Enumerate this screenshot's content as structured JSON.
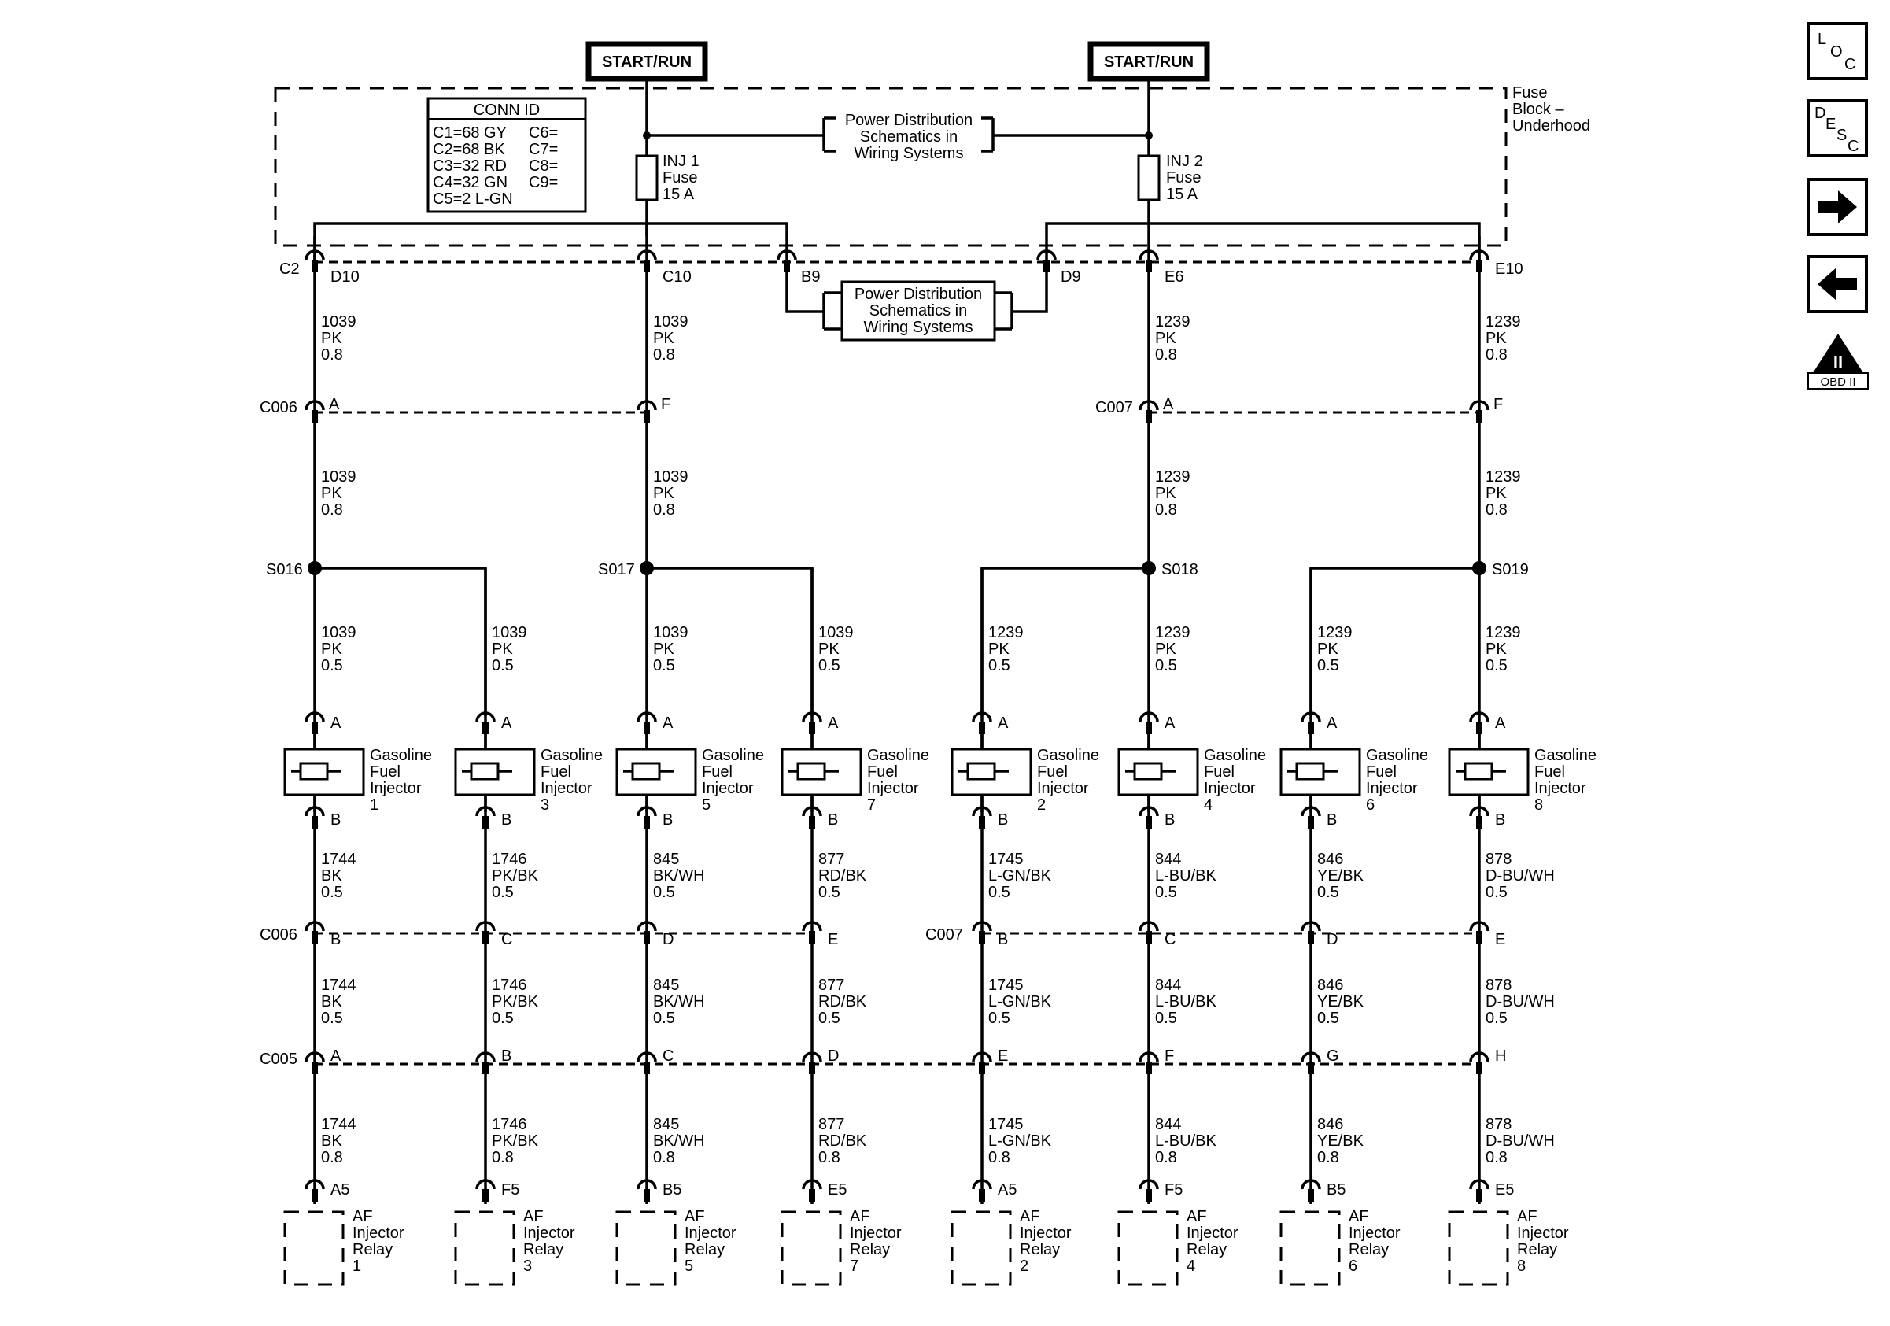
{
  "power_sources": [
    {
      "label": "START/RUN"
    },
    {
      "label": "START/RUN"
    }
  ],
  "fuse_block": {
    "label_lines": [
      "Fuse",
      "Block –",
      "Underhood"
    ]
  },
  "conn_id": {
    "title": "CONN ID",
    "left": [
      "C1=68 GY",
      "C2=68 BK",
      "C3=32 RD",
      "C4=32 GN",
      "C5=2 L-GN"
    ],
    "right": [
      "C6=",
      "C7=",
      "C8=",
      "C9="
    ]
  },
  "fuses": [
    {
      "lines": [
        "INJ 1",
        "Fuse",
        "15 A"
      ]
    },
    {
      "lines": [
        "INJ 2",
        "Fuse",
        "15 A"
      ]
    }
  ],
  "pds_top": {
    "lines": [
      "Power Distribution",
      "Schematics in",
      "Wiring Systems"
    ]
  },
  "pds_mid": {
    "lines": [
      "Power Distribution",
      "Schematics in",
      "Wiring Systems"
    ]
  },
  "connectors": {
    "c2": "C2",
    "c006_top": "C006",
    "c007_top": "C007",
    "c006_bottom": "C006",
    "c007_bottom": "C007",
    "c005": "C005"
  },
  "fuseblock_pins": {
    "left_outer": "D10",
    "left_inner": "C10",
    "left_pds": "B9",
    "right_pds": "D9",
    "right_inner": "E6",
    "right_outer": "E10"
  },
  "top_wires": [
    {
      "pin_top": "A",
      "upper": [
        "1039",
        "PK",
        "0.8"
      ],
      "lower": [
        "1039",
        "PK",
        "0.8"
      ]
    },
    {
      "pin_top": "F",
      "upper": [
        "1039",
        "PK",
        "0.8"
      ],
      "lower": [
        "1039",
        "PK",
        "0.8"
      ]
    },
    {
      "pin_top": "A",
      "upper": [
        "1239",
        "PK",
        "0.8"
      ],
      "lower": [
        "1239",
        "PK",
        "0.8"
      ]
    },
    {
      "pin_top": "F",
      "upper": [
        "1239",
        "PK",
        "0.8"
      ],
      "lower": [
        "1239",
        "PK",
        "0.8"
      ]
    }
  ],
  "splices": [
    {
      "label": "S016"
    },
    {
      "label": "S017"
    },
    {
      "label": "S018"
    },
    {
      "label": "S019"
    }
  ],
  "injector_columns": [
    {
      "feed": [
        "1039",
        "PK",
        "0.5"
      ],
      "pin_a": "A",
      "name": [
        "Gasoline",
        "Fuel",
        "Injector",
        "1"
      ],
      "pin_b": "B",
      "w1": [
        "1744",
        "BK",
        "0.5"
      ],
      "c006": "B",
      "w2": [
        "1744",
        "BK",
        "0.5"
      ],
      "c005": "A",
      "w3": [
        "1744",
        "BK",
        "0.8"
      ],
      "relay_pin": "A5",
      "relay": [
        "AF",
        "Injector",
        "Relay",
        "1"
      ]
    },
    {
      "feed": [
        "1039",
        "PK",
        "0.5"
      ],
      "pin_a": "A",
      "name": [
        "Gasoline",
        "Fuel",
        "Injector",
        "3"
      ],
      "pin_b": "B",
      "w1": [
        "1746",
        "PK/BK",
        "0.5"
      ],
      "c006": "C",
      "w2": [
        "1746",
        "PK/BK",
        "0.5"
      ],
      "c005": "B",
      "w3": [
        "1746",
        "PK/BK",
        "0.8"
      ],
      "relay_pin": "F5",
      "relay": [
        "AF",
        "Injector",
        "Relay",
        "3"
      ]
    },
    {
      "feed": [
        "1039",
        "PK",
        "0.5"
      ],
      "pin_a": "A",
      "name": [
        "Gasoline",
        "Fuel",
        "Injector",
        "5"
      ],
      "pin_b": "B",
      "w1": [
        "845",
        "BK/WH",
        "0.5"
      ],
      "c006": "D",
      "w2": [
        "845",
        "BK/WH",
        "0.5"
      ],
      "c005": "C",
      "w3": [
        "845",
        "BK/WH",
        "0.8"
      ],
      "relay_pin": "B5",
      "relay": [
        "AF",
        "Injector",
        "Relay",
        "5"
      ]
    },
    {
      "feed": [
        "1039",
        "PK",
        "0.5"
      ],
      "pin_a": "A",
      "name": [
        "Gasoline",
        "Fuel",
        "Injector",
        "7"
      ],
      "pin_b": "B",
      "w1": [
        "877",
        "RD/BK",
        "0.5"
      ],
      "c006": "E",
      "w2": [
        "877",
        "RD/BK",
        "0.5"
      ],
      "c005": "D",
      "w3": [
        "877",
        "RD/BK",
        "0.8"
      ],
      "relay_pin": "E5",
      "relay": [
        "AF",
        "Injector",
        "Relay",
        "7"
      ]
    },
    {
      "feed": [
        "1239",
        "PK",
        "0.5"
      ],
      "pin_a": "A",
      "name": [
        "Gasoline",
        "Fuel",
        "Injector",
        "2"
      ],
      "pin_b": "B",
      "w1": [
        "1745",
        "L-GN/BK",
        "0.5"
      ],
      "c006": "B",
      "w2": [
        "1745",
        "L-GN/BK",
        "0.5"
      ],
      "c005": "E",
      "w3": [
        "1745",
        "L-GN/BK",
        "0.8"
      ],
      "relay_pin": "A5",
      "relay": [
        "AF",
        "Injector",
        "Relay",
        "2"
      ]
    },
    {
      "feed": [
        "1239",
        "PK",
        "0.5"
      ],
      "pin_a": "A",
      "name": [
        "Gasoline",
        "Fuel",
        "Injector",
        "4"
      ],
      "pin_b": "B",
      "w1": [
        "844",
        "L-BU/BK",
        "0.5"
      ],
      "c006": "C",
      "w2": [
        "844",
        "L-BU/BK",
        "0.5"
      ],
      "c005": "F",
      "w3": [
        "844",
        "L-BU/BK",
        "0.8"
      ],
      "relay_pin": "F5",
      "relay": [
        "AF",
        "Injector",
        "Relay",
        "4"
      ]
    },
    {
      "feed": [
        "1239",
        "PK",
        "0.5"
      ],
      "pin_a": "A",
      "name": [
        "Gasoline",
        "Fuel",
        "Injector",
        "6"
      ],
      "pin_b": "B",
      "w1": [
        "846",
        "YE/BK",
        "0.5"
      ],
      "c006": "D",
      "w2": [
        "846",
        "YE/BK",
        "0.5"
      ],
      "c005": "G",
      "w3": [
        "846",
        "YE/BK",
        "0.8"
      ],
      "relay_pin": "B5",
      "relay": [
        "AF",
        "Injector",
        "Relay",
        "6"
      ]
    },
    {
      "feed": [
        "1239",
        "PK",
        "0.5"
      ],
      "pin_a": "A",
      "name": [
        "Gasoline",
        "Fuel",
        "Injector",
        "8"
      ],
      "pin_b": "B",
      "w1": [
        "878",
        "D-BU/WH",
        "0.5"
      ],
      "c006": "E",
      "w2": [
        "878",
        "D-BU/WH",
        "0.5"
      ],
      "c005": "H",
      "w3": [
        "878",
        "D-BU/WH",
        "0.8"
      ],
      "relay_pin": "E5",
      "relay": [
        "AF",
        "Injector",
        "Relay",
        "8"
      ]
    }
  ],
  "nav": {
    "loc": [
      "L",
      "O",
      "C"
    ],
    "desc": [
      "D",
      "E",
      "S",
      "C"
    ],
    "forward_icon": "arrow-right-icon",
    "back_icon": "arrow-left-icon",
    "obd": {
      "numeral": "II",
      "label": "OBD II"
    }
  }
}
